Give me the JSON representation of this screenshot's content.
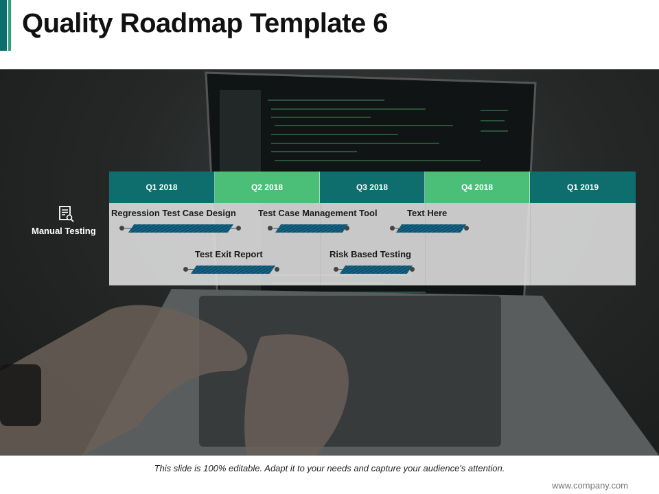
{
  "title": "Quality Roadmap Template 6",
  "colors": {
    "teal": "#0e6e6e",
    "green": "#4bbf78",
    "bar": "#0c4f6c"
  },
  "quarters": [
    {
      "label": "Q1 2018",
      "color": "#0e6e6e"
    },
    {
      "label": "Q2 2018",
      "color": "#4bbf78"
    },
    {
      "label": "Q3 2018",
      "color": "#0e6e6e"
    },
    {
      "label": "Q4 2018",
      "color": "#4bbf78"
    },
    {
      "label": "Q1 2019",
      "color": "#0e6e6e"
    }
  ],
  "row": {
    "label": "Manual Testing",
    "icon": "document-search-icon"
  },
  "tasks": [
    {
      "label": "Regression Test Case Design"
    },
    {
      "label": "Test Case Management Tool"
    },
    {
      "label": "Text Here"
    },
    {
      "label": "Test Exit Report"
    },
    {
      "label": "Risk Based Testing"
    }
  ],
  "background_image": "laptop-keyboard-photo",
  "footer": {
    "note": "This slide is 100% editable. Adapt it to your needs and capture your audience's attention.",
    "url": "www.company.com"
  }
}
